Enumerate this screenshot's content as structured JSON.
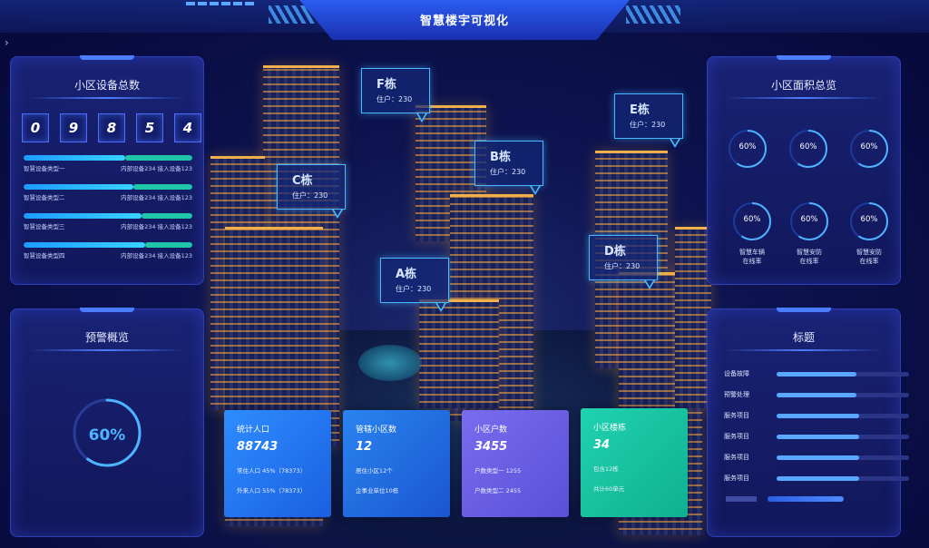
{
  "header": {
    "title": "智慧楼宇可视化"
  },
  "left_top": {
    "title": "小区设备总数",
    "digits": [
      "0",
      "9",
      "8",
      "5",
      "4"
    ],
    "rows": [
      {
        "name": "智慧设备类型一",
        "internal": "内部设备234",
        "access": "接入设备123",
        "internal_pct": 0.6,
        "access_pct": 0.4
      },
      {
        "name": "智慧设备类型二",
        "internal": "内部设备234",
        "access": "接入设备123",
        "internal_pct": 0.65,
        "access_pct": 0.35
      },
      {
        "name": "智慧设备类型三",
        "internal": "内部设备234",
        "access": "接入设备123",
        "internal_pct": 0.7,
        "access_pct": 0.3
      },
      {
        "name": "智慧设备类型四",
        "internal": "内部设备234",
        "access": "接入设备123",
        "internal_pct": 0.72,
        "access_pct": 0.28
      }
    ]
  },
  "left_bottom": {
    "title": "预警概览",
    "percent_text": "60%",
    "percent": 0.6
  },
  "right_top": {
    "title": "小区面积总览",
    "rings": [
      {
        "value": "60%",
        "label": ""
      },
      {
        "value": "60%",
        "label": ""
      },
      {
        "value": "60%",
        "label": ""
      },
      {
        "value": "60%",
        "label": "智慧车辆\n在线率"
      },
      {
        "value": "60%",
        "label": "智慧安防\n在线率"
      },
      {
        "value": "60%",
        "label": "智慧安防\n在线率"
      }
    ]
  },
  "right_bottom": {
    "title": "标题",
    "rows": [
      {
        "label": "设备故障",
        "pct": 0.6
      },
      {
        "label": "预警处理",
        "pct": 0.6
      },
      {
        "label": "服务项目",
        "pct": 0.62
      },
      {
        "label": "服务项目",
        "pct": 0.62
      },
      {
        "label": "服务项目",
        "pct": 0.62
      },
      {
        "label": "服务项目",
        "pct": 0.62
      }
    ]
  },
  "cards": [
    {
      "title": "统计人口",
      "value": "88743",
      "line1": "常住人口 45%（78373）",
      "line2": "外来人口 55%（78373）",
      "color_from": "#2e8dff",
      "color_to": "#1a5fe0"
    },
    {
      "title": "管辖小区数",
      "value": "12",
      "line1": "居住小区12个",
      "line2": "企事业单位10栋",
      "color_from": "#2a84f0",
      "color_to": "#1a55d0"
    },
    {
      "title": "小区户数",
      "value": "3455",
      "line1": "户数类型一 1255",
      "line2": "户数类型二 2455",
      "color_from": "#7a6cf0",
      "color_to": "#5a4fd6"
    },
    {
      "title": "小区楼栋",
      "value": "34",
      "line1": "包含12栋",
      "line2": "共计60单元",
      "color_from": "#1fd2b0",
      "color_to": "#10b090"
    }
  ],
  "buildings": [
    {
      "name": "F栋",
      "households": "住户：230"
    },
    {
      "name": "E栋",
      "households": "住户：230"
    },
    {
      "name": "B栋",
      "households": "住户：230"
    },
    {
      "name": "C栋",
      "households": "住户：230"
    },
    {
      "name": "D栋",
      "households": "住户：230"
    },
    {
      "name": "A栋",
      "households": "住户：230"
    }
  ]
}
